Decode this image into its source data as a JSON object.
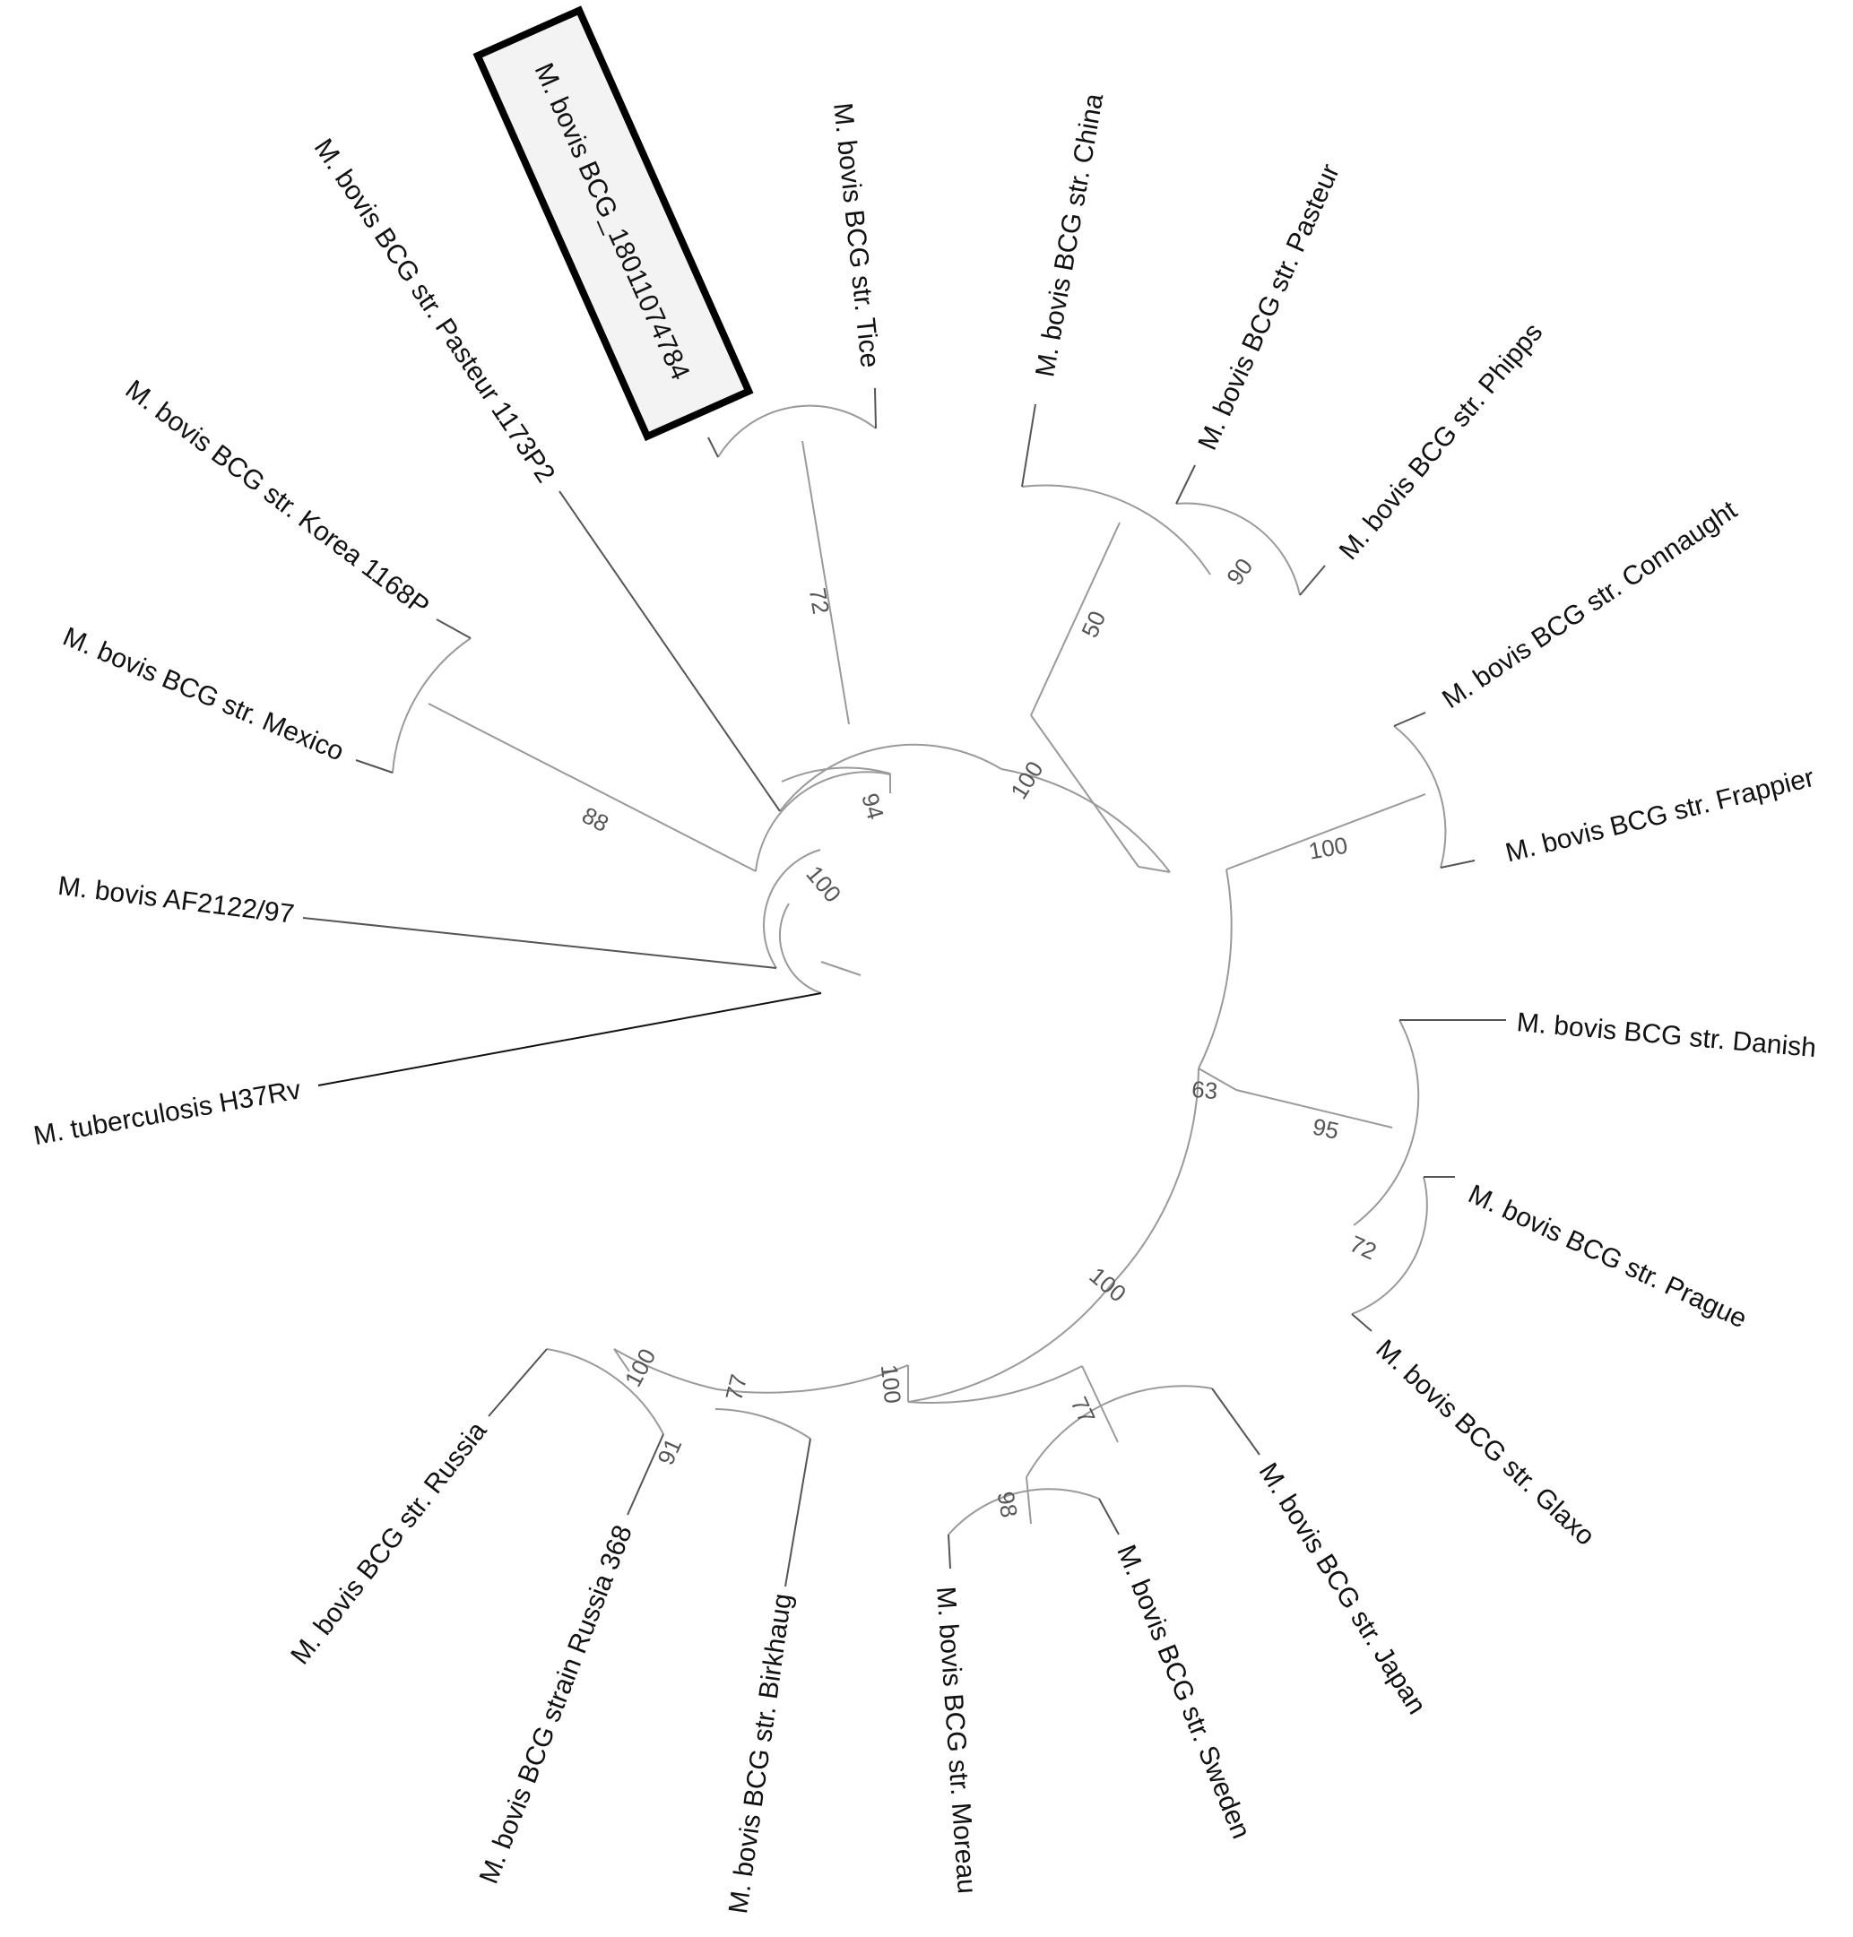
{
  "tree": {
    "leaves": {
      "highlighted": "M. bovis BCG_18011074784",
      "tice": "M. bovis BCG str. Tice",
      "china": "M. bovis BCG str. China",
      "pasteur": "M. bovis BCG str. Pasteur",
      "phipps": "M. bovis BCG str. Phipps",
      "connaught": "M. bovis BCG str. Connaught",
      "frappier": "M. bovis BCG str. Frappier",
      "danish": "M. bovis BCG str. Danish",
      "prague": "M. bovis BCG str. Prague",
      "glaxo": "M. bovis BCG str. Glaxo",
      "japan": "M. bovis BCG str. Japan",
      "sweden": "M. bovis BCG str. Sweden",
      "moreau": "M. bovis BCG str. Moreau",
      "birkhaug": "M. bovis BCG str. Birkhaug",
      "russia368": "M. bovis BCG strain Russia 368",
      "russia": "M. bovis BCG str. Russia",
      "tb": "M. tuberculosis H37Rv",
      "af2122": "M. bovis AF2122/97",
      "mexico": "M. bovis BCG str. Mexico",
      "korea": "M. bovis BCG str. Korea 1168P",
      "pasteur1173": "M. bovis BCG str. Pasteur 1173P2"
    },
    "bootstrap": {
      "highlighted_tice": "72",
      "china_pasteur_phipps": "50",
      "pasteur_phipps": "90",
      "upper_clade": "100",
      "inner_94": "94",
      "inner_100": "100",
      "mexico_korea": "88",
      "connaught_frappier": "100",
      "right_63": "63",
      "danish_group": "95",
      "prague_glaxo": "72",
      "lower_100a": "100",
      "lower_100b": "100",
      "japan_group": "77",
      "moreau_sweden": "98",
      "birkhaug_group": "77",
      "russia_group": "100",
      "russia368_91": "91"
    }
  }
}
